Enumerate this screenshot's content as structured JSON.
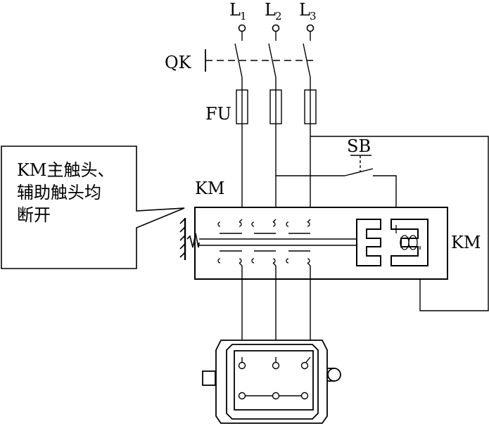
{
  "lines": {
    "l1": {
      "letter": "L",
      "sub": "1"
    },
    "l2": {
      "letter": "L",
      "sub": "2"
    },
    "l3": {
      "letter": "L",
      "sub": "3"
    }
  },
  "labels": {
    "qk": "QK",
    "fu": "FU",
    "sb": "SB",
    "km_top": "KM",
    "km_right": "KM"
  },
  "callout": {
    "lines": [
      "KM主触头、",
      "辅助触头均",
      "断开"
    ]
  }
}
